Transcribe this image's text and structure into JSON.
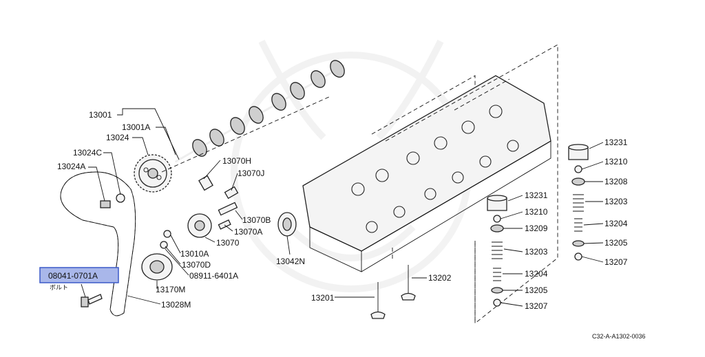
{
  "labels": {
    "p13001": "13001",
    "p13001A": "13001A",
    "p13024": "13024",
    "p13024C": "13024C",
    "p13024A": "13024A",
    "p13070H": "13070H",
    "p13070J": "13070J",
    "p13070B": "13070B",
    "p13070A": "13070A",
    "p13070": "13070",
    "p13010A": "13010A",
    "p13070D": "13070D",
    "p08911": "08911-6401A",
    "p13170M": "13170M",
    "p13028M": "13028M",
    "p13042N": "13042N",
    "p13202": "13202",
    "p13201": "13201",
    "c1_13231": "13231",
    "c1_13210": "13210",
    "c1_13209": "13209",
    "c1_13203": "13203",
    "c1_13204": "13204",
    "c1_13205": "13205",
    "c1_13207": "13207",
    "c2_13231": "13231",
    "c2_13210": "13210",
    "c2_13208": "13208",
    "c2_13203": "13203",
    "c2_13204": "13204",
    "c2_13205": "13205",
    "c2_13207": "13207"
  },
  "highlight": {
    "part_number": "08041-0701A",
    "sub_label": "ボルト"
  },
  "footer_code": "C32-A-A1302-0036",
  "colors": {
    "highlight_fill": "#a9b7ea",
    "highlight_border": "#3a58c8",
    "line": "#111111"
  }
}
